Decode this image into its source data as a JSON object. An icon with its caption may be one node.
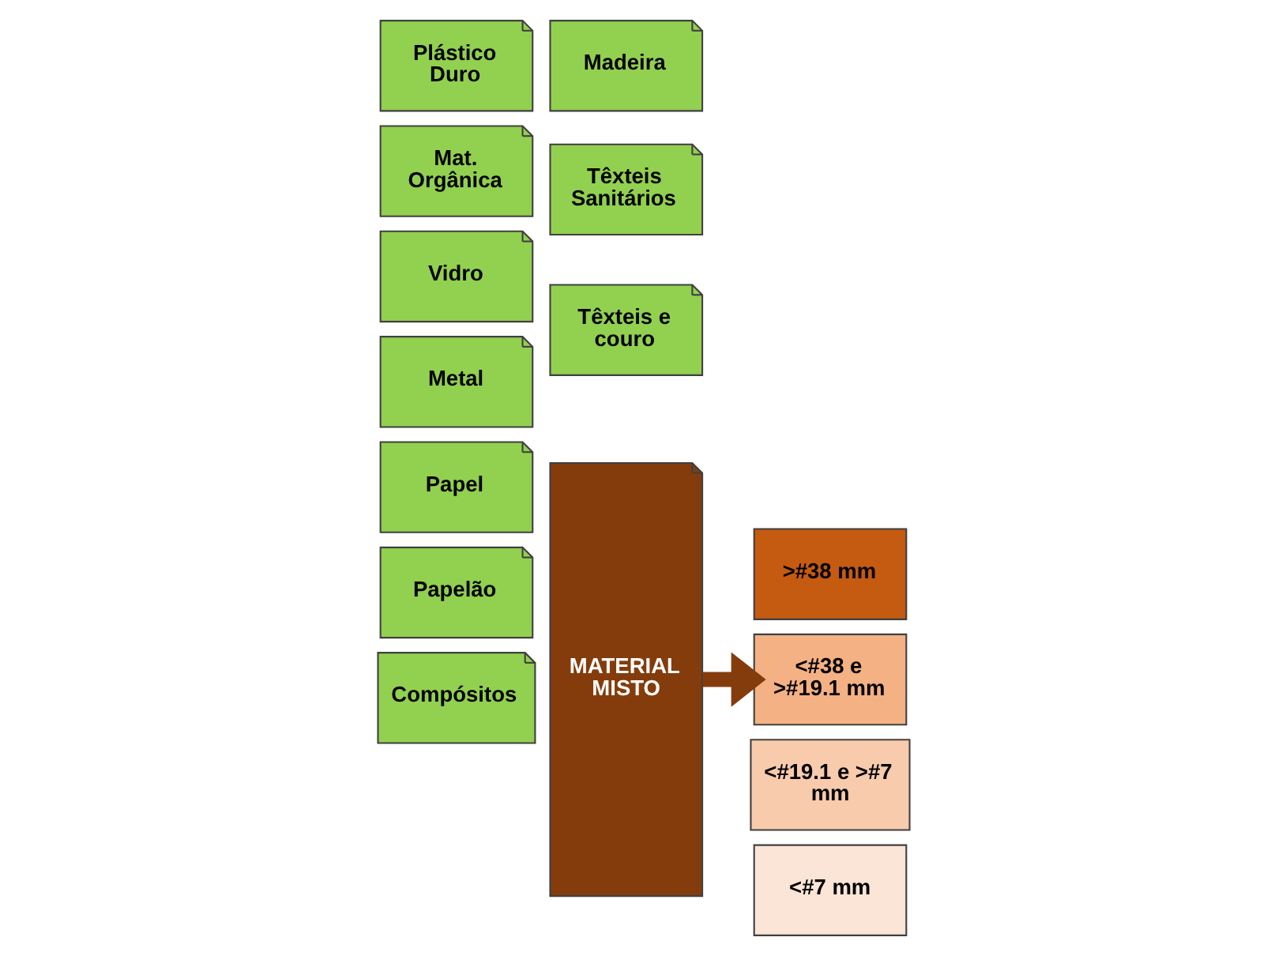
{
  "diagram": {
    "nodes": [
      {
        "text": [
          "Plástico Duro"
        ]
      },
      {
        "text": [
          "Madeira"
        ]
      },
      {
        "text": [
          "Mat. Orgânica"
        ]
      },
      {
        "text": [
          "Têxteis Sanitários"
        ]
      },
      {
        "text": [
          "Vidro"
        ]
      },
      {
        "text": [
          "Têxteis e couro"
        ]
      },
      {
        "text": [
          "Metal"
        ]
      },
      {
        "text": [
          "MATERIAL MISTO"
        ]
      },
      {
        "text": [
          ">#38 mm"
        ]
      },
      {
        "text": [
          "Papel"
        ]
      },
      {
        "text": [
          "<#38 e >#19.1 mm"
        ]
      },
      {
        "text": [
          "Papelão"
        ]
      },
      {
        "text": [
          "<#19.1 e >#7 mm"
        ]
      },
      {
        "text": [
          "Compósitos"
        ]
      },
      {
        "text": [
          "<#7 mm"
        ]
      }
    ],
    "edges": [
      {
        "from": 7,
        "to": 10,
        "arrow": "to",
        "color": "#843c0c"
      }
    ]
  }
}
